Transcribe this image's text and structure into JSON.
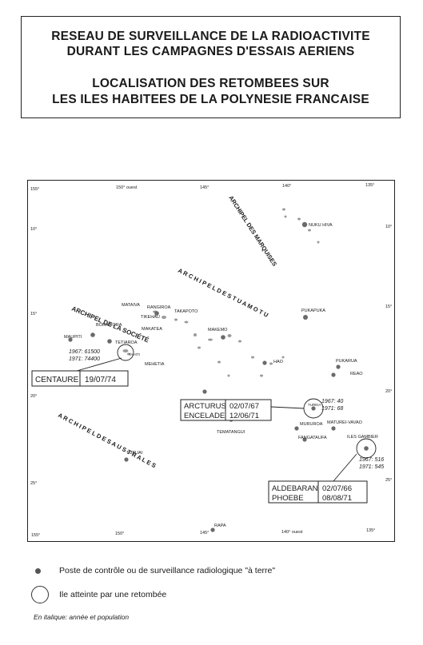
{
  "title": {
    "line1": "RESEAU DE SURVEILLANCE DE LA RADIOACTIVITE",
    "line2": "DURANT LES CAMPAGNES D'ESSAIS AERIENS",
    "line3": "LOCALISATION DES  RETOMBEES SUR",
    "line4": "LES ILES HABITEES DE LA POLYNESIE FRANCAISE"
  },
  "map": {
    "lon_ticks_top": [
      "155°",
      "150° ouest",
      "145°",
      "140°",
      "135°"
    ],
    "lon_ticks_bottom": [
      "155°",
      "150°",
      "145°",
      "140° ouest",
      "135°"
    ],
    "lat_ticks_left": [
      "10°",
      "15°",
      "20°",
      "25°"
    ],
    "lat_ticks_right": [
      "10°",
      "15°",
      "20°",
      "25°"
    ],
    "archipelagos": {
      "marquises": "ARCHIPEL DES MARQUISES",
      "tuamotu": "A R C H I P E L   D E S   T U A M O T U",
      "societe": "ARCHIPEL DE LA SOCIÉTÉ",
      "australes": "A R C H I P E L   D E S   A U S T R A L E S"
    },
    "islands": {
      "nuku_hiva": "NUKU HIVA",
      "pukapuka": "PUKAPUKA",
      "mataiva": "MATAIVA",
      "rangiroa": "RANGIROA",
      "takapoto": "TAKAPOTO",
      "tikehau": "TIKEHAU",
      "makatea": "MAKATEA",
      "makemo": "MAKEMO",
      "maupiti": "MAUPITI",
      "bora_bora": "BORA BORA",
      "tetiaroa": "TETIAROA",
      "tahiti": "TAHITI",
      "mehetia": "MEHETIA",
      "hao": "HAO",
      "pukarua": "PUKARUA",
      "reao": "REAO",
      "tureia": "TUREIA",
      "mururoa": "MURUROA",
      "maturei_vavao": "MATUREI-VAVAO",
      "fangataufa": "FANGATAUFA",
      "tematangui": "TEMATANGUI",
      "iles_gambier": "ILES GAMBIER",
      "tubuai": "TUBUAI",
      "rapa": "RAPA"
    },
    "tahiti_population": [
      "1967: 61500",
      "1971: 74400"
    ],
    "tureia_population": [
      "1967: 40",
      "1971: 68"
    ],
    "gambier_population": [
      "1967: 516",
      "1971: 545"
    ],
    "events": {
      "centaure": {
        "name": "CENTAURE",
        "date": "19/07/74"
      },
      "arcturus": {
        "name": "ARCTURUS",
        "date": "02/07/67"
      },
      "encelade": {
        "name": "ENCELADE",
        "date": "12/06/71"
      },
      "aldebaran": {
        "name": "ALDEBARAN",
        "date": "02/07/66"
      },
      "phoebe": {
        "name": "PHOEBE",
        "date": "08/08/71"
      }
    }
  },
  "legend": {
    "station": "Poste de contrôle ou de surveillance radiologique \"à terre\"",
    "affected": "Ile atteinte par une retombée",
    "note": "En italique: année et population"
  },
  "colors": {
    "ink": "#1a1a1a",
    "station": "#6a6a6a",
    "island": "#9a9a9a"
  }
}
